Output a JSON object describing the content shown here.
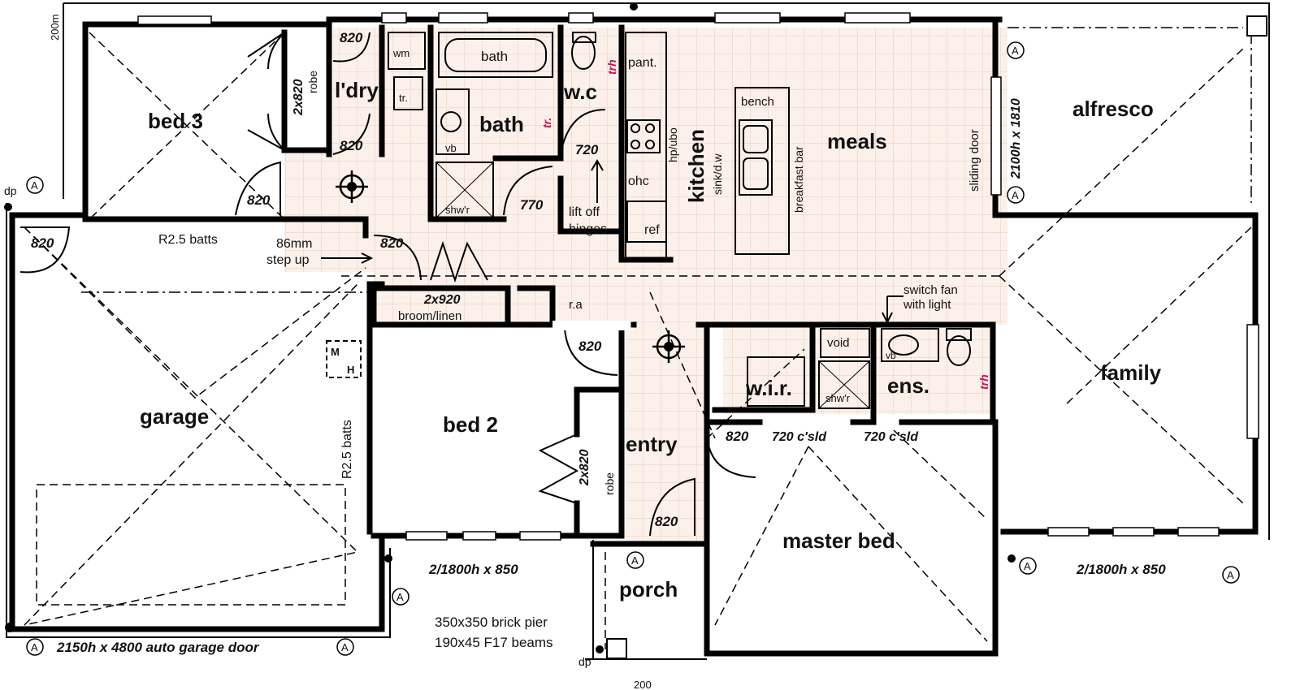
{
  "colors": {
    "tile": "#f6e6da",
    "accent_red": "#cc1155",
    "wall": "#000000"
  },
  "rooms": {
    "bed3": "bed 3",
    "laundry": "l'dry",
    "bath": "bath",
    "bath_tub": "bath",
    "wc": "w.c",
    "kitchen": "kitchen",
    "meals": "meals",
    "alfresco": "alfresco",
    "garage": "garage",
    "bed2": "bed 2",
    "entry": "entry",
    "wir": "w.i.r.",
    "ens": "ens.",
    "family": "family",
    "master_bed": "master bed",
    "porch": "porch"
  },
  "labels": {
    "robe_top": "2x820",
    "robe_top_sub": "robe",
    "robe_bed2": "2x820",
    "robe_bed2_sub": "robe",
    "wm": "wm",
    "tr": "tr.",
    "vb": "vb",
    "shwr": "shw'r",
    "pant": "pant.",
    "hp_ubo": "hp/ubo",
    "ohc": "ohc",
    "ref": "ref",
    "sink_dw": "sink/d.w",
    "bench": "bench",
    "breakfast_bar": "breakfast bar",
    "sliding_door": "sliding door",
    "window_alfresco": "2100h x 1810",
    "batts_top": "R2.5 batts",
    "batts_side": "R2.5 batts",
    "step_up_1": "86mm",
    "step_up_2": "step up",
    "broom_1": "2x920",
    "broom_2": "broom/linen",
    "ra": "r.a",
    "lift_off_1": "lift off",
    "lift_off_2": "hinges",
    "void": "void",
    "vb_ens": "vb",
    "shwr_ens": "shw'r",
    "switch_fan_1": "switch fan",
    "switch_fan_2": "with light",
    "csld_1": "720 c'sld",
    "csld_2": "720 c'sld",
    "window_bed2": "2/1800h x 850",
    "window_family": "2/1800h x 850",
    "garage_door": "2150h x 4800 auto garage door",
    "pier": "350x350 brick pier",
    "beams": "190x45 F17 beams",
    "dp": "dp",
    "dp_bottom": "dp",
    "dim_200": "200m",
    "dim_bottom": "200",
    "mh_m": "M",
    "mh_h": "H",
    "marker_a": "A",
    "trh_1": "trh",
    "trh_2": "trh",
    "tr_red": "tr."
  },
  "doors": {
    "d_bed3_robe": "820",
    "d_ldry": "820",
    "d_bed3": "820",
    "d_ldry_low": "820",
    "d_wc": "720",
    "d_bath": "770",
    "d_garage": "820",
    "d_stepup": "820",
    "d_bed2": "820",
    "d_master": "820",
    "d_entry": "820"
  }
}
